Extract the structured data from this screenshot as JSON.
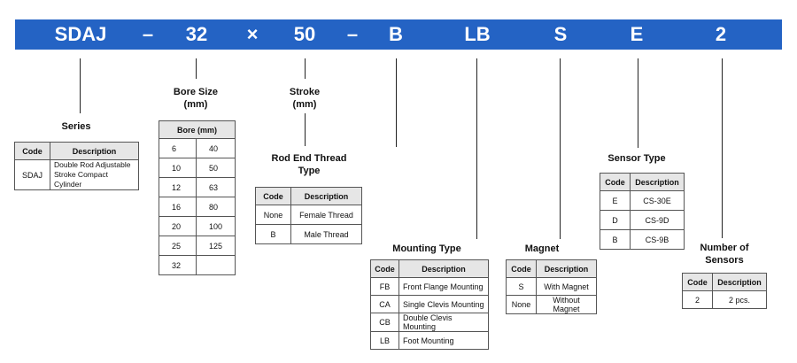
{
  "banner": {
    "color": "#2463c4",
    "codes": [
      "SDAJ",
      "–",
      "32",
      "×",
      "50",
      "–",
      "B",
      "LB",
      "S",
      "E",
      "2"
    ]
  },
  "series": {
    "heading": "Series",
    "header": [
      "Code",
      "Description"
    ],
    "rows": [
      [
        "SDAJ",
        "Double Rod Adjustable Stroke Compact Cylinder"
      ]
    ]
  },
  "bore": {
    "heading": "Bore Size (mm)",
    "header": "Bore (mm)",
    "rows": [
      [
        "6",
        "40"
      ],
      [
        "10",
        "50"
      ],
      [
        "12",
        "63"
      ],
      [
        "16",
        "80"
      ],
      [
        "20",
        "100"
      ],
      [
        "25",
        "125"
      ],
      [
        "32",
        ""
      ]
    ]
  },
  "stroke": {
    "heading": "Stroke (mm)"
  },
  "rod_end": {
    "heading": "Rod End Thread Type",
    "header": [
      "Code",
      "Description"
    ],
    "rows": [
      [
        "None",
        "Female Thread"
      ],
      [
        "B",
        "Male Thread"
      ]
    ]
  },
  "mounting": {
    "heading": "Mounting Type",
    "header": [
      "Code",
      "Description"
    ],
    "rows": [
      [
        "FB",
        "Front Flange Mounting"
      ],
      [
        "CA",
        "Single Clevis Mounting"
      ],
      [
        "CB",
        "Double Clevis Mounting"
      ],
      [
        "LB",
        "Foot Mounting"
      ]
    ]
  },
  "magnet": {
    "heading": "Magnet",
    "header": [
      "Code",
      "Description"
    ],
    "rows": [
      [
        "S",
        "With Magnet"
      ],
      [
        "None",
        "Without Magnet"
      ]
    ]
  },
  "sensor_type": {
    "heading": "Sensor Type",
    "header": [
      "Code",
      "Description"
    ],
    "rows": [
      [
        "E",
        "CS-30E"
      ],
      [
        "D",
        "CS-9D"
      ],
      [
        "B",
        "CS-9B"
      ]
    ]
  },
  "sensors": {
    "heading": "Number of Sensors",
    "header": [
      "Code",
      "Description"
    ],
    "rows": [
      [
        "2",
        "2 pcs."
      ]
    ]
  }
}
